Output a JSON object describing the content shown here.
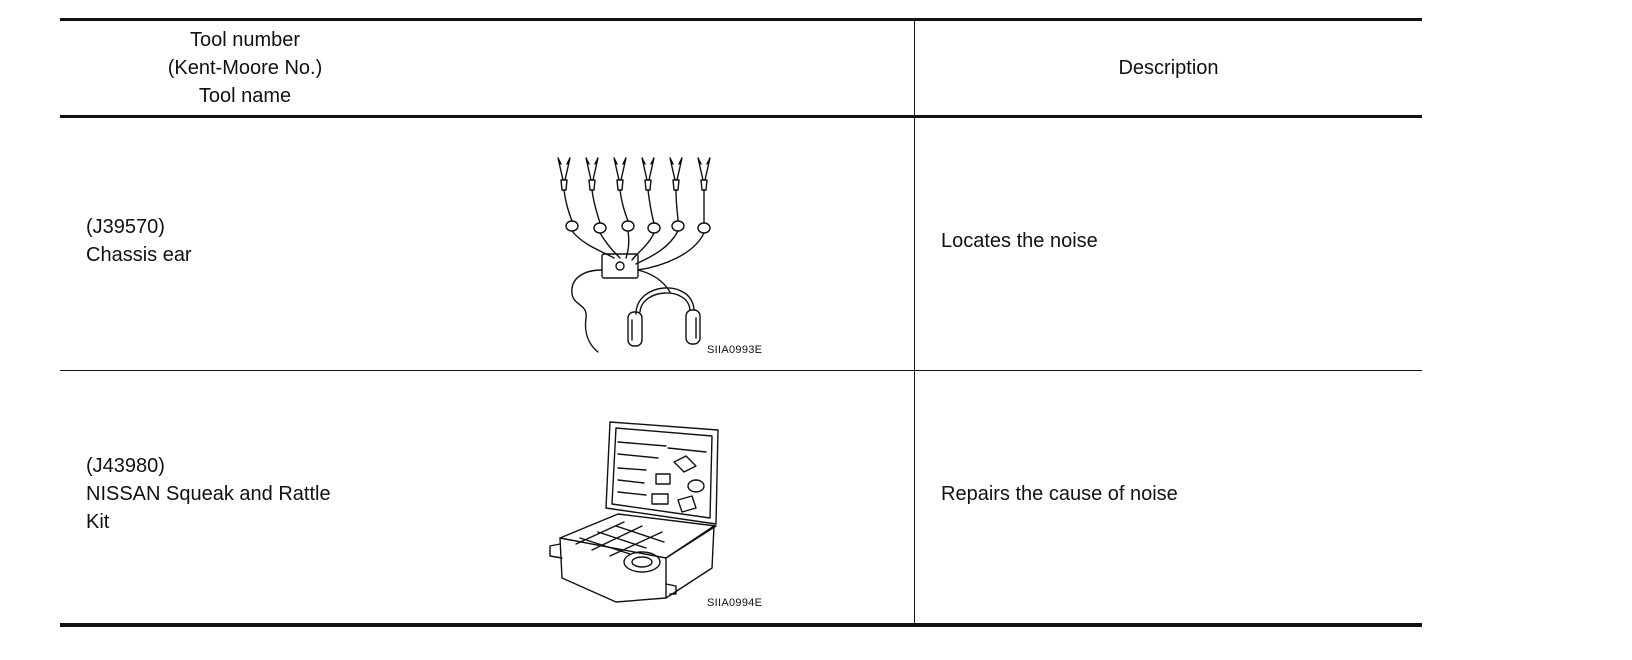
{
  "table": {
    "header": {
      "tool_col": [
        "Tool number",
        "(Kent-Moore No.)",
        "Tool name"
      ],
      "description_col": "Description"
    },
    "rows": [
      {
        "tool_number": "(J39570)",
        "tool_name_lines": [
          "Chassis ear"
        ],
        "figure_code": "SIIA0993E",
        "description": "Locates the noise",
        "illustration": "chassis-ear-illustration"
      },
      {
        "tool_number": "(J43980)",
        "tool_name_lines": [
          "NISSAN Squeak and Rattle",
          "Kit"
        ],
        "figure_code": "SIIA0994E",
        "description": "Repairs the cause of noise",
        "illustration": "squeak-rattle-kit-illustration"
      }
    ]
  }
}
